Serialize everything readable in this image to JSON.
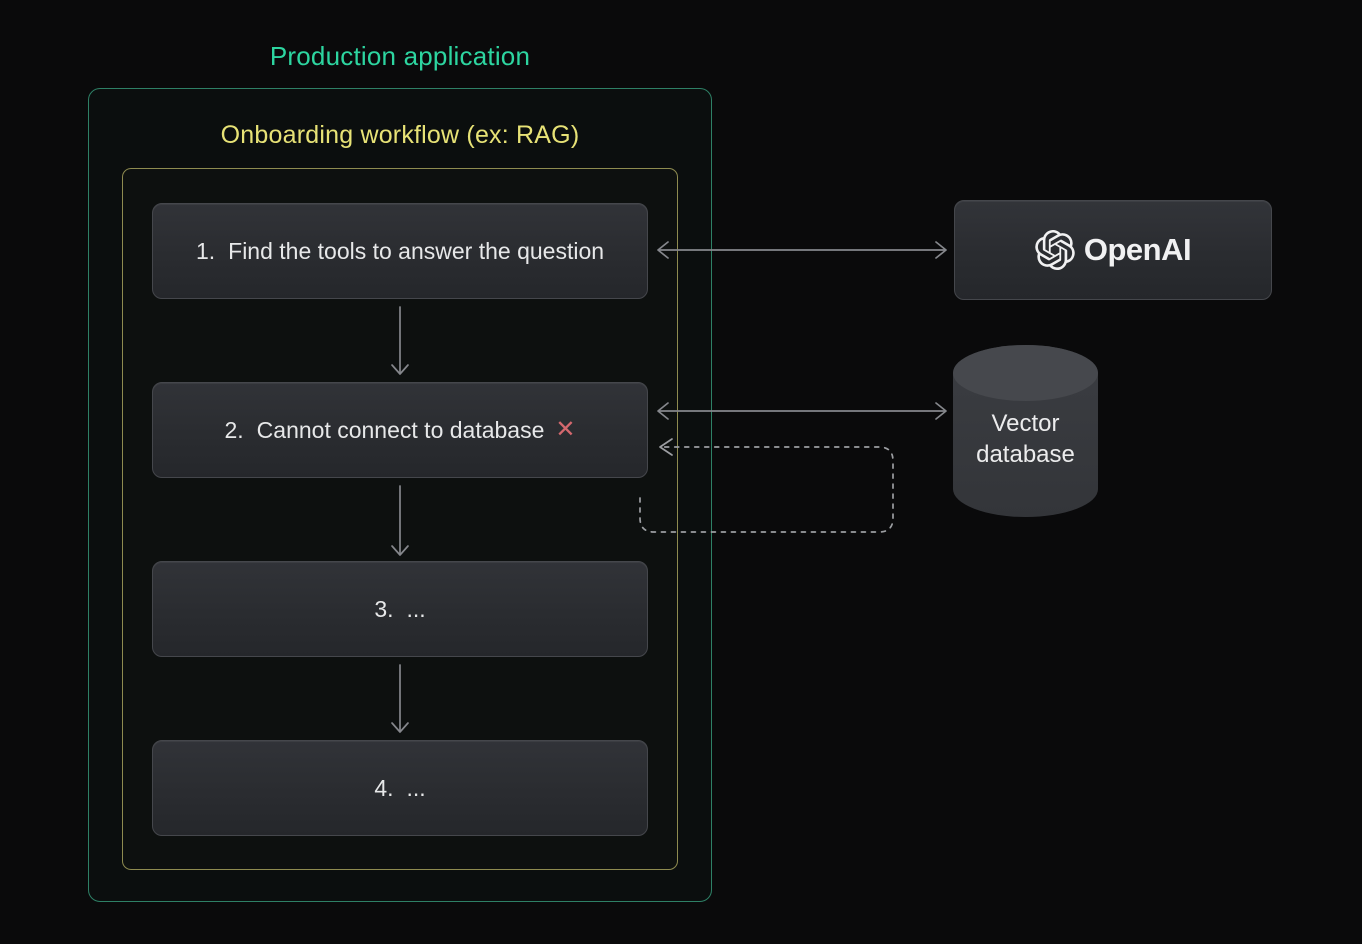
{
  "titles": {
    "outer": "Production application",
    "inner": "Onboarding workflow (ex: RAG)"
  },
  "steps": [
    {
      "number": "1.",
      "label": "Find the tools to answer the question"
    },
    {
      "number": "2.",
      "label": "Cannot connect to database",
      "error_icon": "✕"
    },
    {
      "number": "3.",
      "label": "..."
    },
    {
      "number": "4.",
      "label": "..."
    }
  ],
  "nodes": {
    "openai": {
      "label": "OpenAI",
      "icon": "openai-logo"
    },
    "vector_db": {
      "line1": "Vector",
      "line2": "database",
      "shape": "cylinder"
    }
  },
  "connections": [
    {
      "from": "step-1",
      "to": "openai",
      "style": "solid-double-arrow"
    },
    {
      "from": "step-2",
      "to": "vector-database",
      "style": "solid-double-arrow"
    },
    {
      "from": "step-1",
      "to": "step-2",
      "style": "solid-arrow-down"
    },
    {
      "from": "step-2",
      "to": "step-3",
      "style": "solid-arrow-down"
    },
    {
      "from": "step-3",
      "to": "step-4",
      "style": "solid-arrow-down"
    },
    {
      "from": "below-step-2",
      "to": "step-2",
      "style": "dashed-loop-arrow"
    }
  ],
  "colors": {
    "background": "#0a0a0b",
    "outer_title": "#2dd5a0",
    "outer_border": "#2e8066",
    "inner_title": "#e7e276",
    "inner_border": "#8e8b50",
    "step_text": "#e7e8e9",
    "error_x": "#d4686e",
    "arrow": "#85878c",
    "dashed_arrow": "#9c9ea2"
  }
}
